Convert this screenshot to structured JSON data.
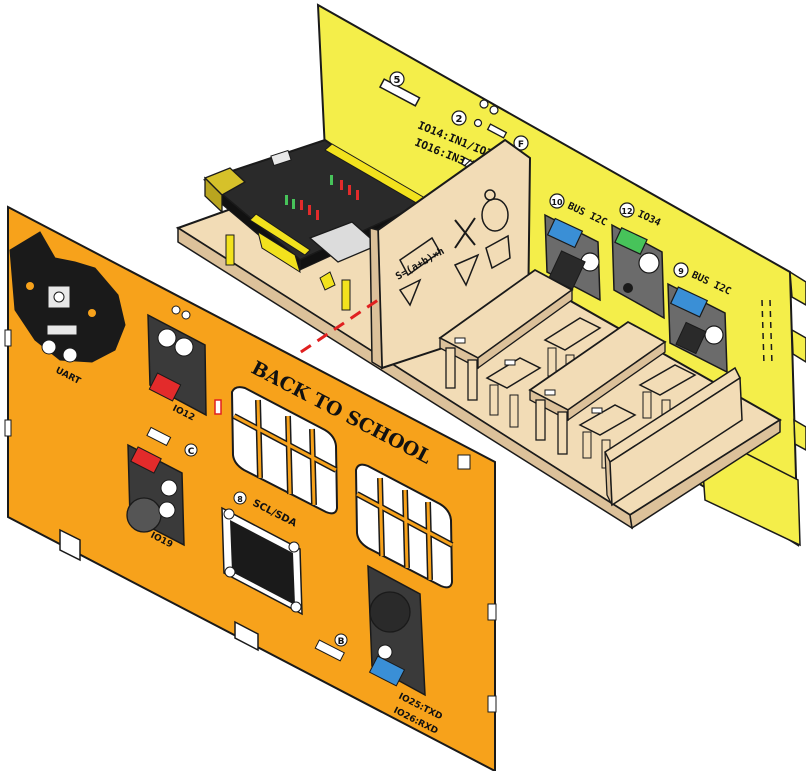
{
  "colors": {
    "orange_panel": "#f7a21b",
    "yellow_panel": "#f4ee4a",
    "wood": "#f2dcb6",
    "wood_dark": "#dcc19a",
    "dark_module": "#3a3a3a",
    "mount_plate": "#6b6b6b",
    "header_yellow": "#f2e21d",
    "connector_blue": "#3a8fd6",
    "connector_green": "#47c35a",
    "connector_red": "#e32b2b",
    "guide_line": "#e02020"
  },
  "front_panel": {
    "title": "BACK TO SCHOOL",
    "uart_label": "UART",
    "io12_label": "IO12",
    "c_marker": "C",
    "io19_label": "IO19",
    "oled_number": "8",
    "oled_label": "SCL/SDA",
    "b_marker": "B",
    "txd_label": "IO25:TXD",
    "rxd_label": "IO26:RXD"
  },
  "back_panel": {
    "marker_5": "5",
    "marker_2": "2",
    "pin_line_1": "IO14:IN1/IO27",
    "pin_line_2": "IO16:IN3/IO17",
    "marker_f": "F",
    "module_10_number": "10",
    "module_10_label": "BUS I2C",
    "module_12_number": "12",
    "module_12_label": "IO34",
    "module_9_number": "9",
    "module_9_label": "BUS I2C"
  },
  "blackboard": {
    "formula": "S=(a+b)×h"
  }
}
